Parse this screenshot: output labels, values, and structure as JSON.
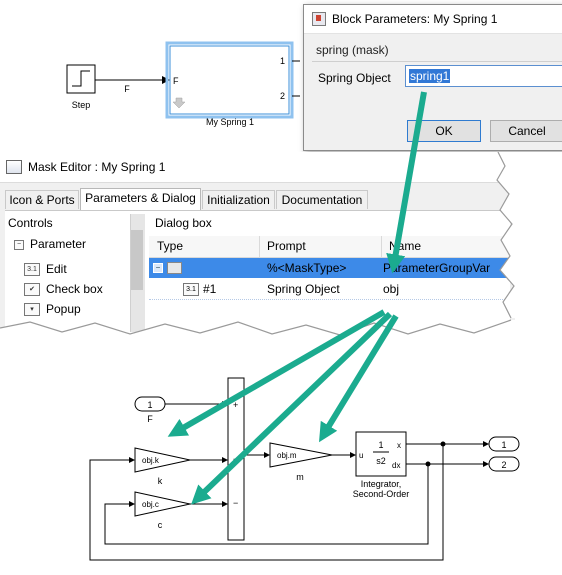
{
  "colors": {
    "arrow": "#1bab8f",
    "selection": "#3d8ae8",
    "block_border": "#3b8fd8"
  },
  "top_diagram": {
    "step_label": "Step",
    "signal_label": "F",
    "input_port_label": "F",
    "port_1": "1",
    "port_2": "2",
    "subsystem_name": "My Spring 1"
  },
  "block_params": {
    "title": "Block Parameters: My Spring 1",
    "mask_type": "spring (mask)",
    "field_label": "Spring Object",
    "field_value": "spring1",
    "ok_label": "OK",
    "cancel_label": "Cancel"
  },
  "mask_editor": {
    "title": "Mask Editor : My Spring 1",
    "tabs": [
      "Icon & Ports",
      "Parameters & Dialog",
      "Initialization",
      "Documentation"
    ],
    "controls_heading": "Controls",
    "parameter_group": "Parameter",
    "controls": [
      "Edit",
      "Check box",
      "Popup"
    ],
    "dialog_heading": "Dialog box",
    "columns": [
      "Type",
      "Prompt",
      "Name"
    ],
    "rows": [
      {
        "type": "",
        "prompt": "%<MaskType>",
        "name": "ParameterGroupVar"
      },
      {
        "type": "#1",
        "prompt": "Spring Object",
        "name": "obj"
      }
    ]
  },
  "bottom_diagram": {
    "inport_1": "1",
    "inport_1_label": "F",
    "gain_k_expr": "obj.k",
    "gain_k_label": "k",
    "gain_c_expr": "obj.c",
    "gain_c_label": "c",
    "gain_m_expr": "obj.m",
    "gain_m_label": "m",
    "sum_plus": "+",
    "sum_minus_1": "−",
    "sum_minus_2": "−",
    "integrator_num": "1",
    "integrator_den": "s2",
    "integrator_in": "u",
    "integrator_out_x": "x",
    "integrator_out_dx": "dx",
    "integrator_label_1": "Integrator,",
    "integrator_label_2": "Second-Order",
    "outport_1": "1",
    "outport_2": "2"
  }
}
